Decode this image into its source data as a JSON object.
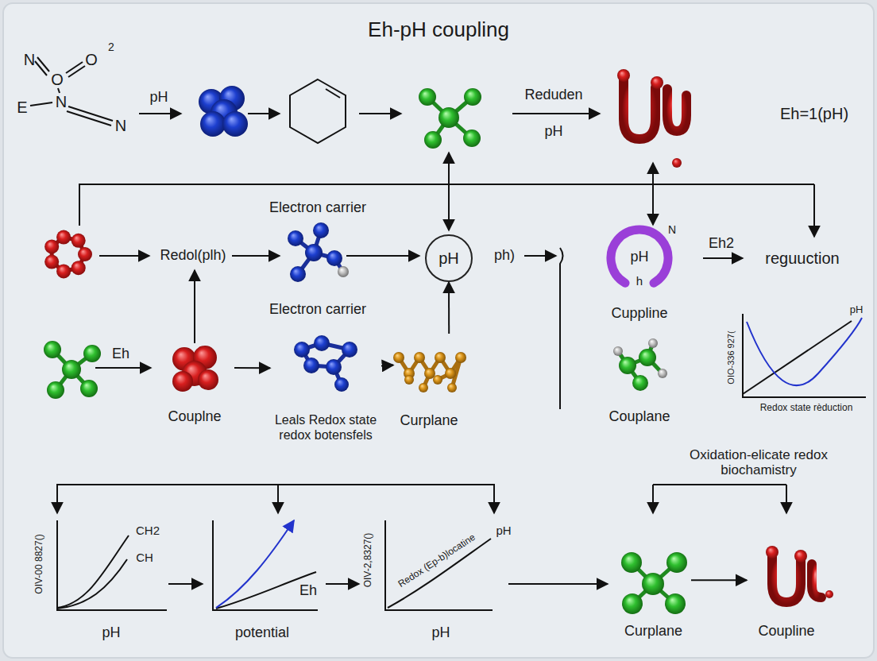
{
  "diagram": {
    "title": "Eh-pH coupling",
    "nodes": [
      {
        "text": [
          "pH"
        ]
      },
      {
        "text": [
          "pH",
          "Cuppline"
        ]
      },
      {
        "text": [
          "Couplne"
        ]
      },
      {
        "text": [
          "Leals Redox state redox botensfels"
        ]
      },
      {
        "text": [
          "Curplane"
        ]
      },
      {
        "text": [
          "Couplane"
        ]
      },
      {
        "text": [
          "Curplane"
        ]
      },
      {
        "text": [
          "Coupline"
        ]
      }
    ],
    "edges": [
      {
        "from": 2,
        "to": 3,
        "arrow": "to"
      },
      {
        "from": 3,
        "to": 4,
        "arrow": "to"
      },
      {
        "from": 4,
        "to": 0,
        "arrow": "to"
      },
      {
        "from": 6,
        "to": 7,
        "arrow": "to"
      }
    ],
    "labels": [
      "N",
      "O",
      "O",
      "2",
      "E",
      "N",
      "N",
      "pH",
      "Reduden",
      "pH",
      "Eh=1(pH)",
      "Electron carrier",
      "Redol(plh)",
      "ph)",
      "N",
      "h",
      "Eh2",
      "reguuction",
      "Electron carrier",
      "Eh",
      "OIO-336 927(",
      "pH",
      "Redox state rèduction",
      "Oxidation-elicate redox biochamistry",
      "OIV-00 8827()",
      "CH2",
      "CH",
      "pH",
      "potential",
      "Eh",
      "OIV-2,8327()",
      "Redox (Ep-b)locatine",
      "pH",
      "pH"
    ]
  }
}
